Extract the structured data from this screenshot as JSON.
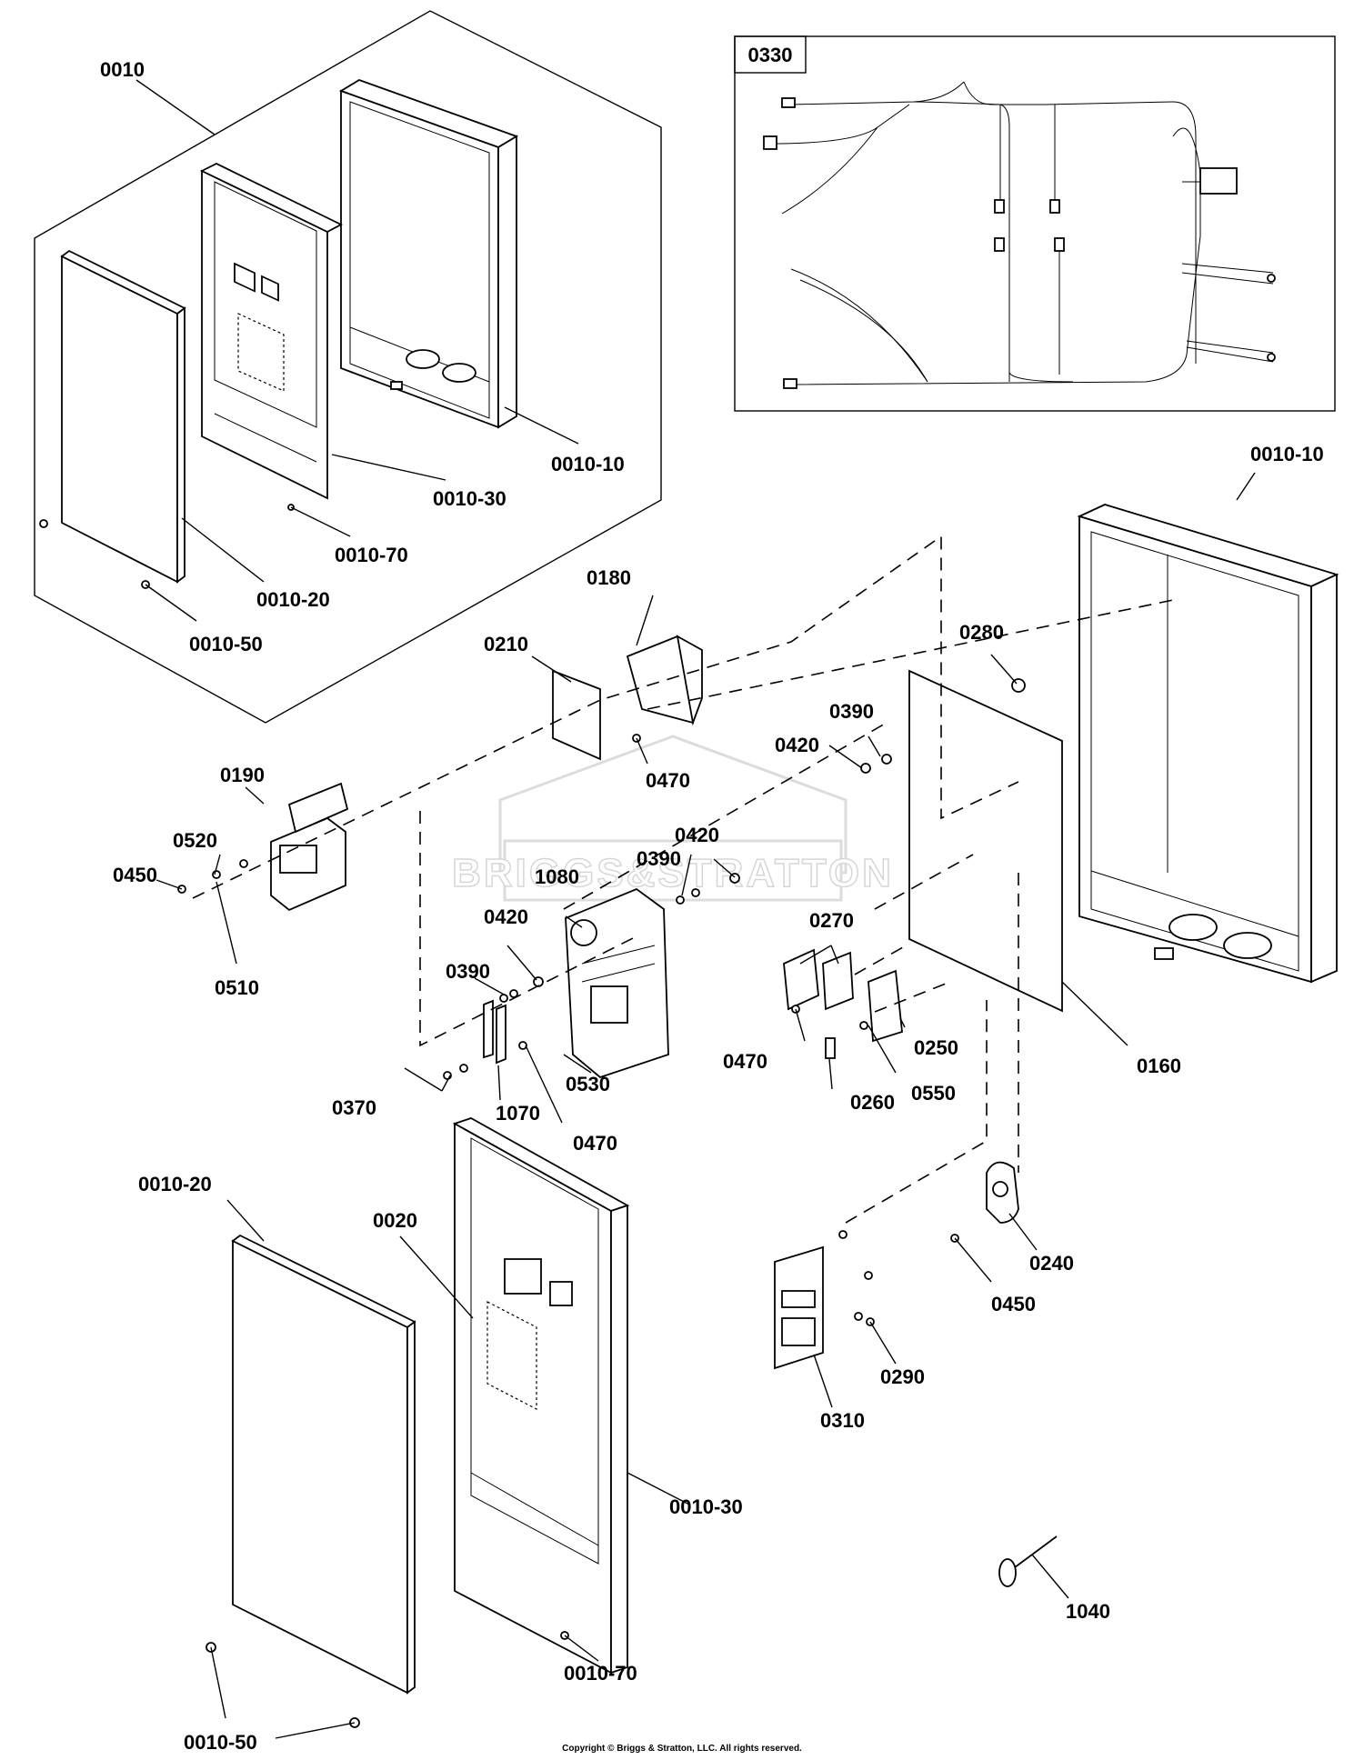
{
  "watermark": "BRIGGS&STRATTON",
  "copyright": "Copyright © Briggs & Stratton, LLC. All rights reserved.",
  "inset_label": "0330",
  "callouts": {
    "c0010": "0010",
    "c0010_10_top": "0010-10",
    "c0010_30_top": "0010-30",
    "c0010_70_top": "0010-70",
    "c0010_20_top": "0010-20",
    "c0010_50_top": "0010-50",
    "c0010_10_right": "0010-10",
    "c0180": "0180",
    "c0210": "0210",
    "c0280": "0280",
    "c0390_a": "0390",
    "c0420_a": "0420",
    "c0470_a": "0470",
    "c0190": "0190",
    "c0520": "0520",
    "c0450_a": "0450",
    "c0510": "0510",
    "c0420_b": "0420",
    "c1080": "1080",
    "c0390_b": "0390",
    "c0420_c": "0420",
    "c0270": "0270",
    "c0390_c": "0390",
    "c0470_b": "0470",
    "c0250": "0250",
    "c0160": "0160",
    "c0530": "0530",
    "c0370": "0370",
    "c1070": "1070",
    "c0260": "0260",
    "c0550": "0550",
    "c0470_c": "0470",
    "c0010_20_bottom": "0010-20",
    "c0020": "0020",
    "c0240": "0240",
    "c0450_b": "0450",
    "c0290": "0290",
    "c0310": "0310",
    "c0010_30_bottom": "0010-30",
    "c1040": "1040",
    "c0010_70_bottom": "0010-70",
    "c0010_50_bottom": "0010-50"
  }
}
